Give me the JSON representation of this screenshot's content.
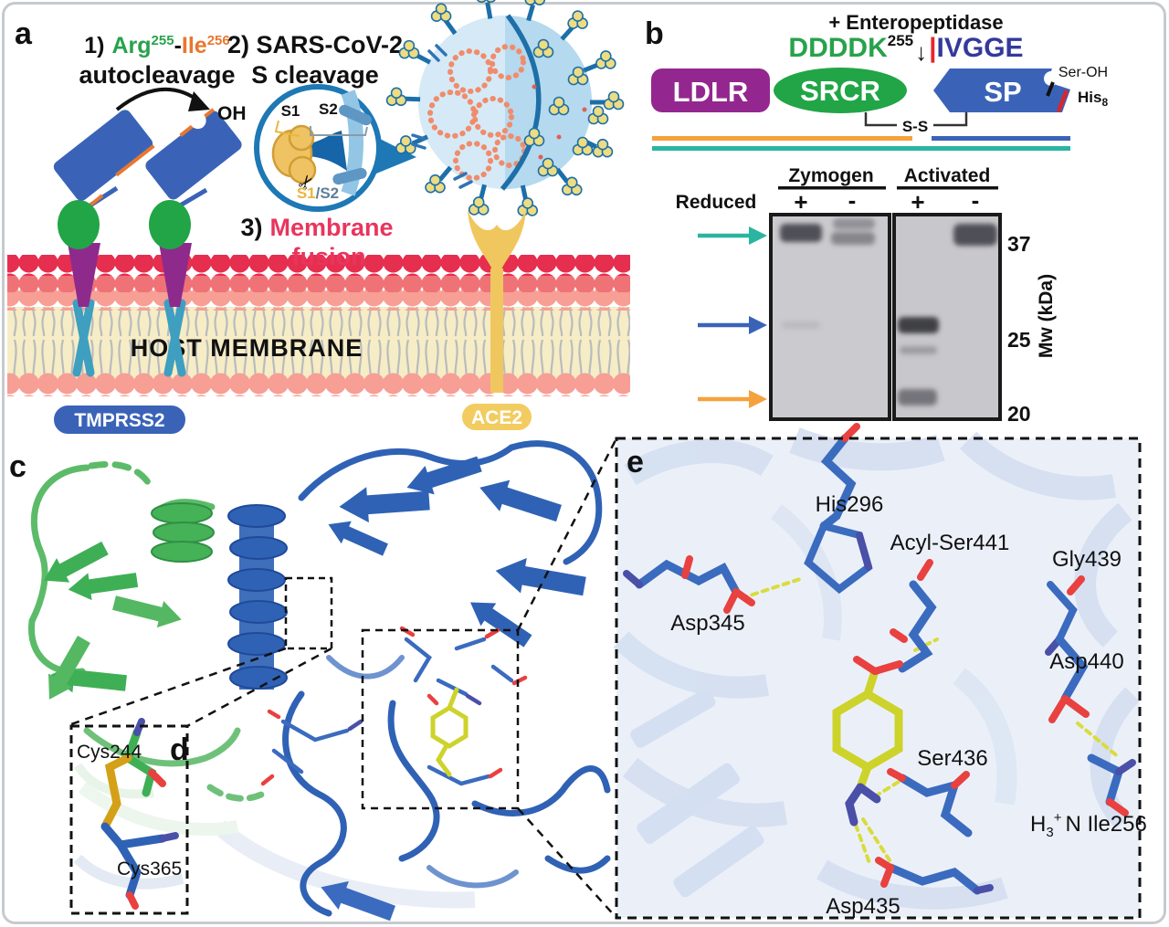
{
  "panel_a": {
    "label": "a",
    "step1": {
      "num": "1)",
      "arg": "Arg",
      "arg_sup": "255",
      "hyphen": "-",
      "ile": "Ile",
      "ile_sup": "256",
      "line2": "autocleavage"
    },
    "oh": "OH",
    "step2": {
      "line1": "2) SARS-CoV-2",
      "line2": "S cleavage"
    },
    "inset": {
      "s1": "S1",
      "s2": "S2",
      "bottom_s1": "S1",
      "bottom_rest": "/S2",
      "scissors": "✂"
    },
    "step3": {
      "num": "3)",
      "line1": "Membrane",
      "line2": "fusion"
    },
    "membrane_label": "HOST MEMBRANE",
    "badges": {
      "tmprss2": "TMPRSS2",
      "ace2": "ACE2"
    }
  },
  "panel_b": {
    "label": "b",
    "enteropeptidase": "+ Enteropeptidase",
    "sequence": {
      "ddddk": "DDDDK",
      "sup": "255",
      "arrow": "↓",
      "bar": "|",
      "ivgge": "IVGGE"
    },
    "domains": {
      "ldlr": "LDLR",
      "srcr": "SRCR",
      "sp": "SP"
    },
    "ser_oh": "Ser-OH",
    "his": "His",
    "his_sub": "8",
    "ss": "S-S",
    "gel": {
      "zymogen": "Zymogen",
      "activated": "Activated",
      "reduced": "Reduced",
      "signs": [
        "+",
        "-",
        "+",
        "-"
      ],
      "mw": [
        "37",
        "25",
        "20"
      ],
      "mw_axis": "Mw (kDa)",
      "bands": "Zymogen+: 37 kDa; Zymogen-: ~37 kDa doublet; Activated+: 25 kDa strong, faint ~23, band ~20; Activated-: 37 kDa"
    }
  },
  "panel_c": {
    "label": "c"
  },
  "panel_d": {
    "label": "d",
    "cys_top": "Cys244",
    "cys_bottom": "Cys365"
  },
  "panel_e": {
    "label": "e",
    "his296": "His296",
    "acyl_ser441": "Acyl-Ser441",
    "gly439": "Gly439",
    "asp345": "Asp345",
    "asp440": "Asp440",
    "ser436": "Ser436",
    "ile256": {
      "h": "H",
      "sub": "3",
      "sup": "+",
      "rest": "N Ile256"
    },
    "asp435": "Asp435"
  },
  "colors": {
    "blue_domain": "#3A63B8",
    "green_domain": "#21A546",
    "purple_ldlr": "#93278F",
    "yellow_ace2": "#F0C75E",
    "orange_accent": "#E8772F",
    "teal_line": "#2AB5A0",
    "navy_ivgge": "#34399B",
    "green_seq": "#27A24B",
    "red_cleave": "#E8262C",
    "membrane_red": "#E62E4F",
    "membrane_pink": "#F79E95",
    "fusion_pink": "#E8355E",
    "oh_blue": "#2E74B5",
    "gel_gray": "#CBCBCF",
    "ligand_yellow": "#CDD32A"
  }
}
